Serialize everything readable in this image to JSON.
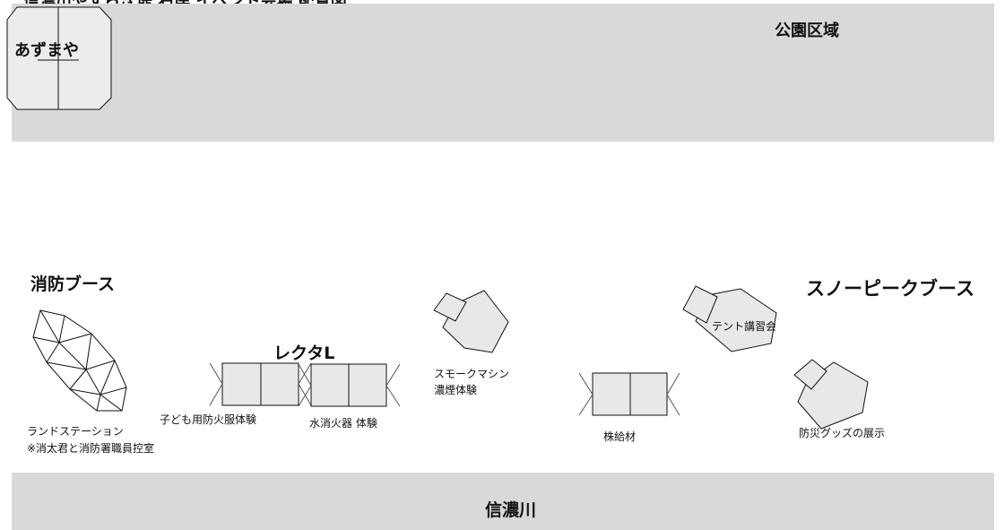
{
  "header": {
    "cut_title": "信濃川やすらぎ堤 右岸 イベント会場 配置図"
  },
  "areas": {
    "park": "公園区域",
    "river": "信濃川"
  },
  "structures": {
    "azumaya": "あずまや"
  },
  "booths": {
    "fire_booth": "消防ブース",
    "snowpeak_booth": "スノーピークブース",
    "tent_group": "レクタL"
  },
  "items": {
    "land_station": "ランドステーション",
    "land_station_note": "※消太君と消防署職員控室",
    "kids_fire_suit": "子ども用防火服体験",
    "water_extinguisher": "水消火器 体験",
    "smoke_machine_1": "スモークマシン",
    "smoke_machine_2": "濃煙体験",
    "supply": "株給材",
    "tent_workshop": "テント講習会",
    "disaster_goods": "防災グッズの展示"
  }
}
